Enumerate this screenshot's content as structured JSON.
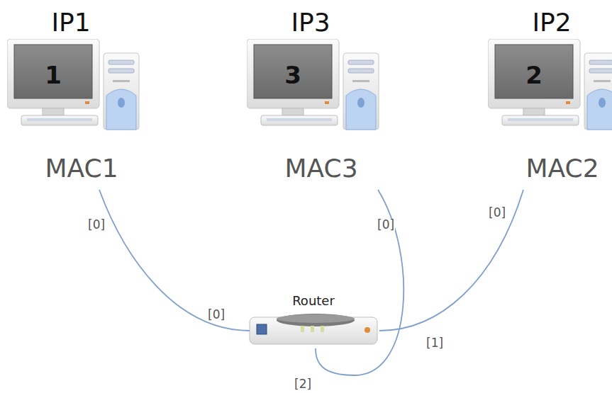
{
  "diagram": {
    "nodes": [
      {
        "text": [
          "IP1",
          "1",
          "MAC1"
        ]
      },
      {
        "text": [
          "IP3",
          "3",
          "MAC3"
        ]
      },
      {
        "text": [
          "IP2",
          "2",
          "MAC2"
        ]
      },
      {
        "text": [
          "Router"
        ]
      }
    ],
    "edges": [
      {
        "from": 0,
        "to": 3,
        "arrow": "none"
      },
      {
        "from": 1,
        "to": 3,
        "arrow": "none"
      },
      {
        "from": 2,
        "to": 3,
        "arrow": "none"
      }
    ],
    "labels": [
      "[0]",
      "[0]",
      "[0]",
      "[0]",
      "[1]",
      "[2]"
    ]
  }
}
